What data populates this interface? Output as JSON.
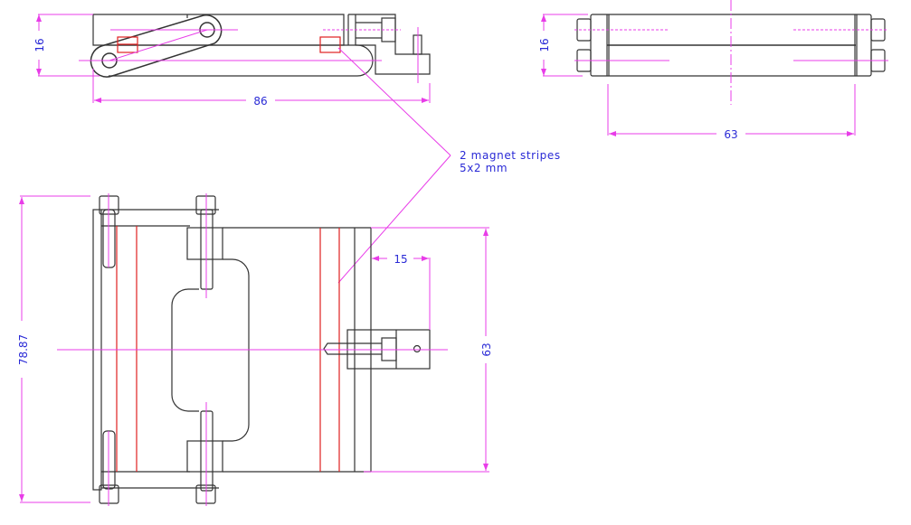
{
  "drawing": {
    "type": "technical-drawing",
    "views": [
      "side-view",
      "end-view",
      "top-view"
    ],
    "colors": {
      "outline": "#333333",
      "dimension": "#e83ce8",
      "dimension_text": "#2a2ad6",
      "magnet": "#e02020"
    }
  },
  "side_view": {
    "height_dim": "16",
    "length_dim": "86"
  },
  "end_view": {
    "height_dim": "16",
    "width_dim": "63"
  },
  "top_view": {
    "overall_height_dim": "78.87",
    "inner_height_dim": "63",
    "offset_dim": "15"
  },
  "annotation": {
    "line1": "2 magnet stripes",
    "line2": "5x2 mm"
  }
}
